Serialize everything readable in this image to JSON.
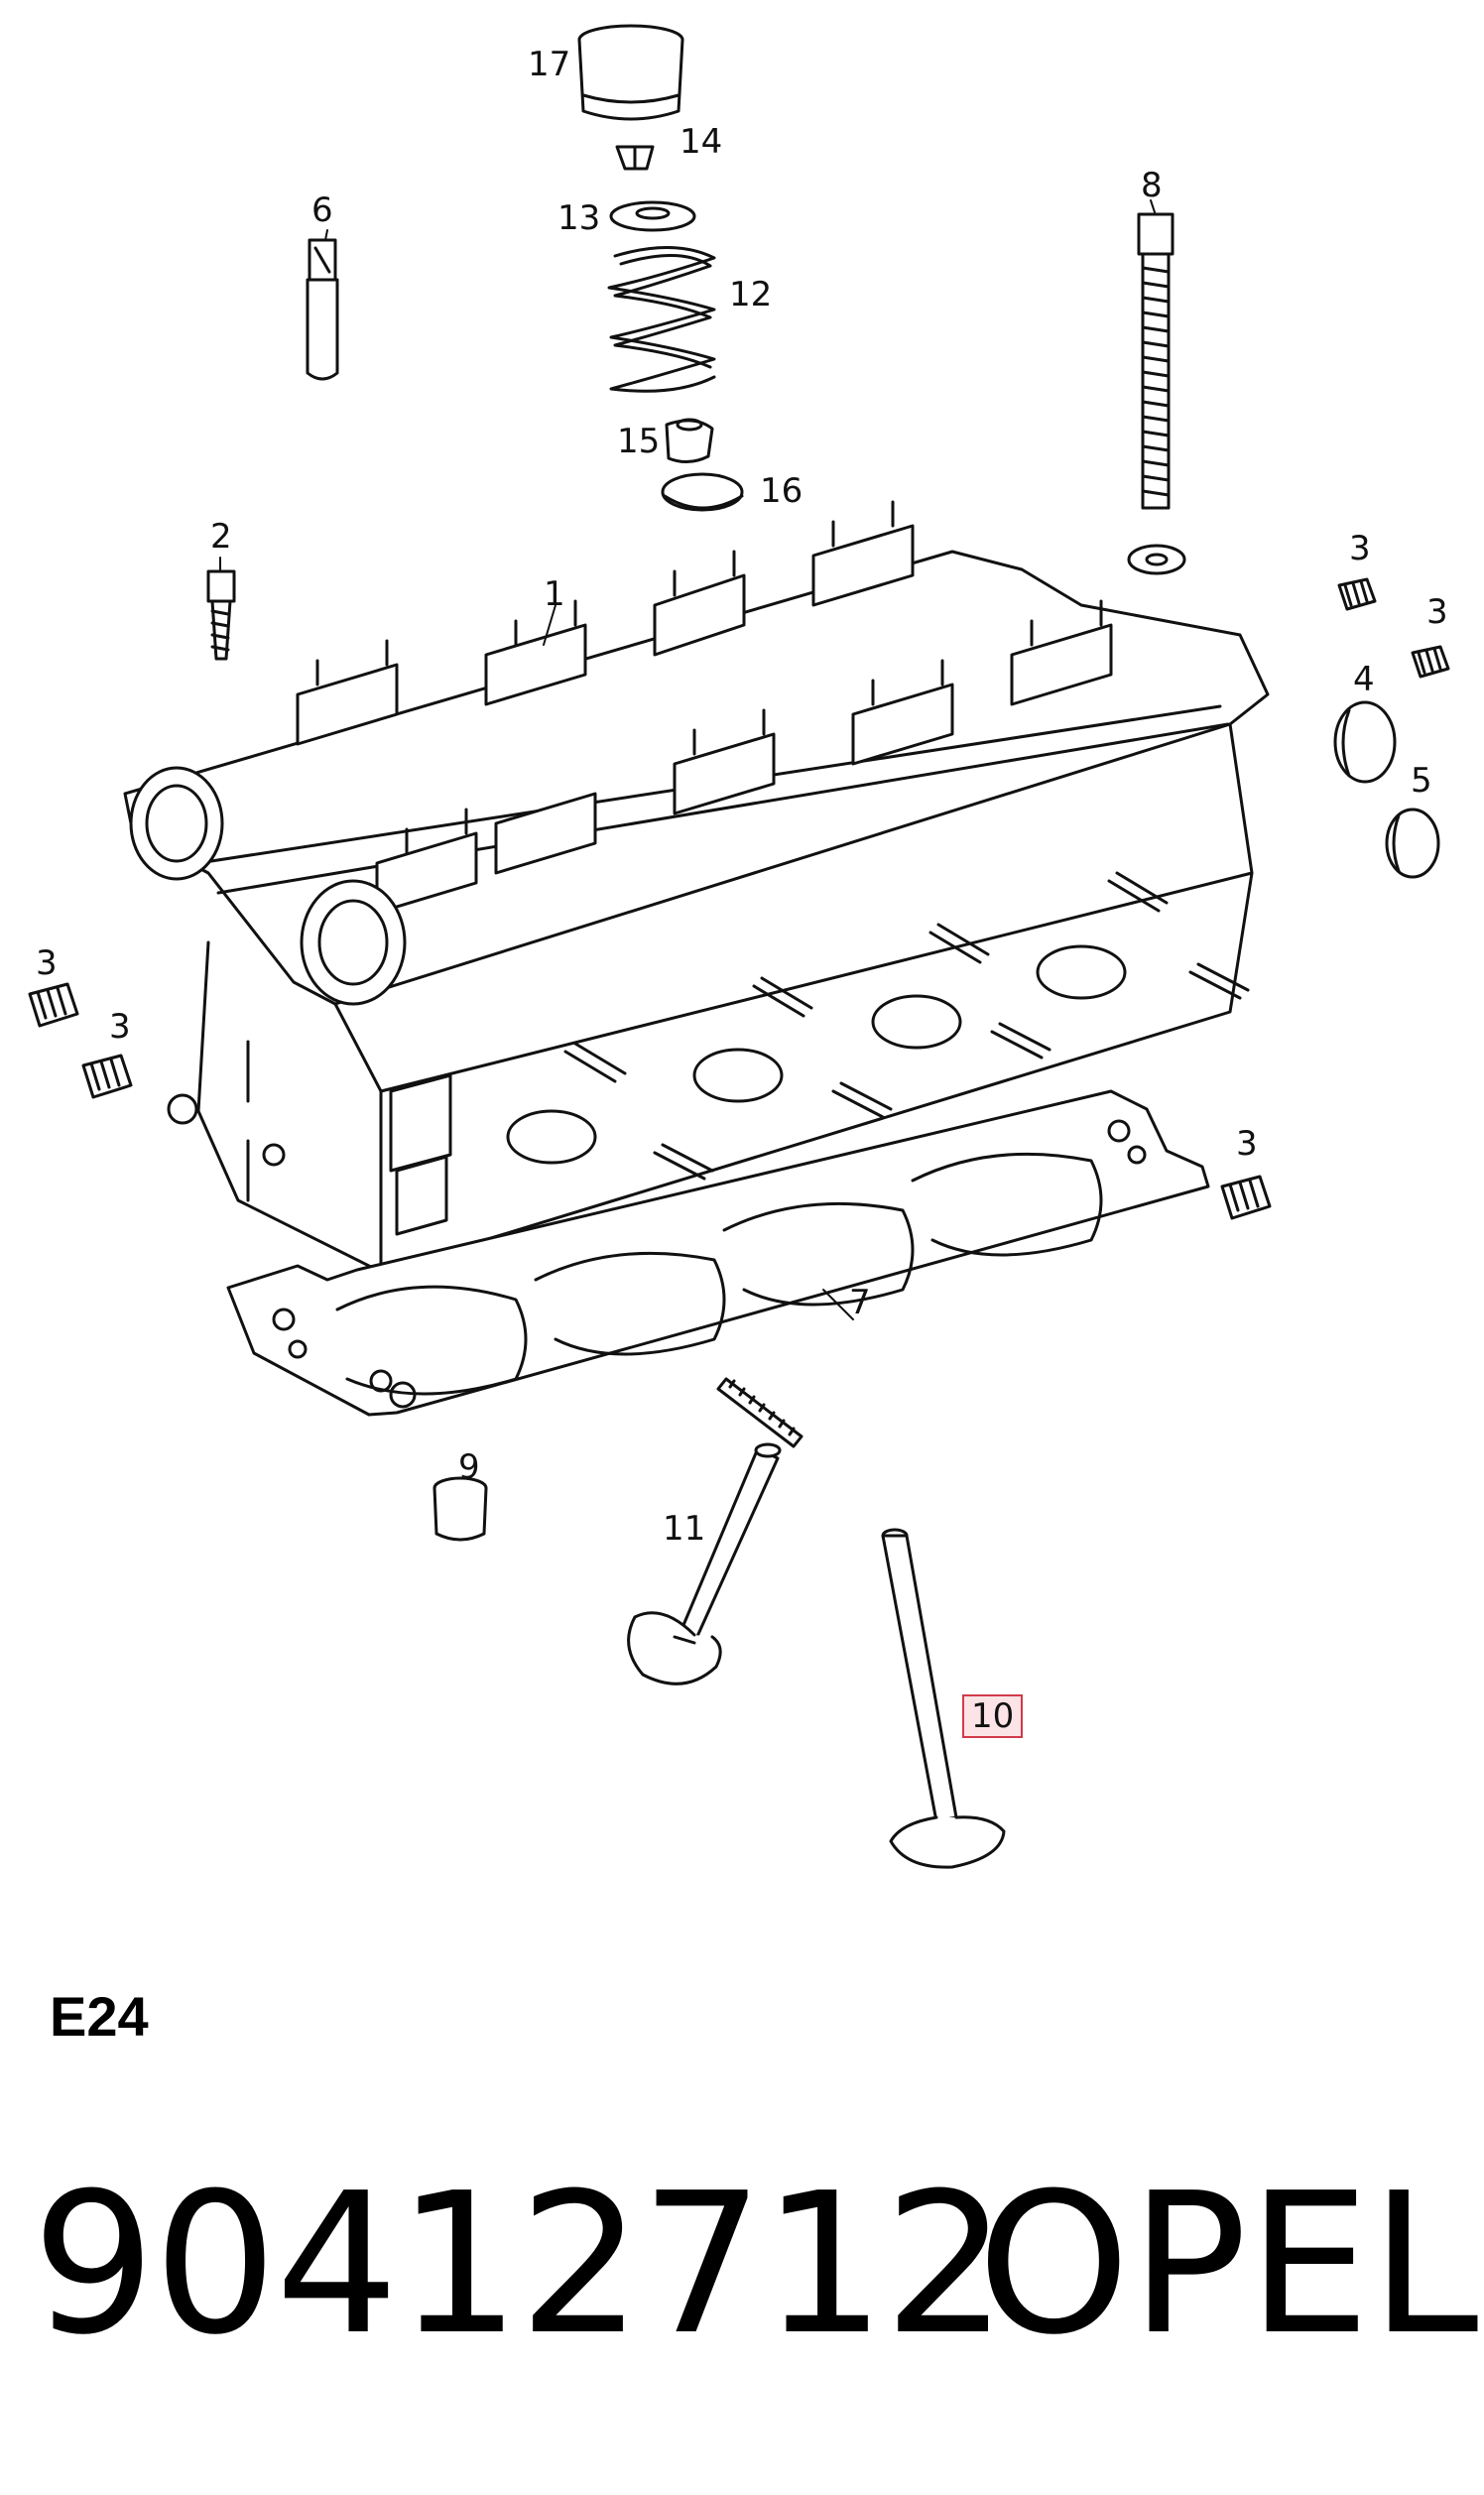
{
  "diagram": {
    "callouts": [
      {
        "id": "c1",
        "label": "1"
      },
      {
        "id": "c2",
        "label": "2"
      },
      {
        "id": "c3a",
        "label": "3"
      },
      {
        "id": "c3b",
        "label": "3"
      },
      {
        "id": "c3c",
        "label": "3"
      },
      {
        "id": "c3d",
        "label": "3"
      },
      {
        "id": "c3e",
        "label": "3"
      },
      {
        "id": "c4",
        "label": "4"
      },
      {
        "id": "c5",
        "label": "5"
      },
      {
        "id": "c6",
        "label": "6"
      },
      {
        "id": "c7",
        "label": "7"
      },
      {
        "id": "c8",
        "label": "8"
      },
      {
        "id": "c9",
        "label": "9"
      },
      {
        "id": "c10",
        "label": "10",
        "highlighted": true
      },
      {
        "id": "c11",
        "label": "11"
      },
      {
        "id": "c12",
        "label": "12"
      },
      {
        "id": "c13",
        "label": "13"
      },
      {
        "id": "c14",
        "label": "14"
      },
      {
        "id": "c15",
        "label": "15"
      },
      {
        "id": "c16",
        "label": "16"
      },
      {
        "id": "c17",
        "label": "17"
      }
    ],
    "highlight_color": "#d23a4a",
    "highlight_fill": "#fbe3e6",
    "line_color": "#111111"
  },
  "footer": {
    "diagram_code": "E24",
    "part_number": "90412712",
    "brand": "OPEL"
  }
}
